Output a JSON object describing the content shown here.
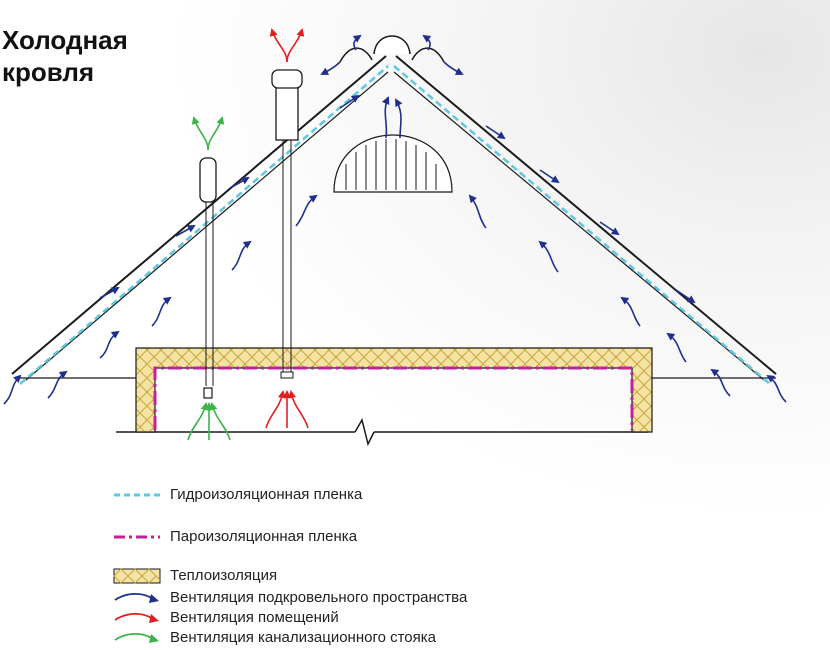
{
  "title": {
    "line1": "Холодная",
    "line2": "кровля"
  },
  "colors": {
    "roof_line": "#1a1a1a",
    "waterproof_membrane": "#5ec8e0",
    "vapor_barrier": "#c0229a",
    "insulation_fill": "#f4e3a4",
    "insulation_border": "#c9a63c",
    "underroof_ventilation": "#1f2f8f",
    "room_ventilation": "#e02020",
    "sewer_ventilation": "#3cb44a"
  },
  "legend": [
    {
      "key": "waterproof",
      "label": "Гидроизоляционная пленка",
      "color": "#5ec8e0",
      "symbol": "dashed-line-icon"
    },
    {
      "key": "vapor",
      "label": "Пароизоляционная пленка",
      "color": "#c0229a",
      "symbol": "dash-dot-line-icon"
    },
    {
      "key": "insulation",
      "label": "Теплоизоляция",
      "color": "#c9a63c",
      "symbol": "insulation-swatch-icon"
    },
    {
      "key": "underroof",
      "label": "Вентиляция подкровельного пространства",
      "color": "#1f2f8f",
      "symbol": "arrow-icon"
    },
    {
      "key": "rooms",
      "label": "Вентиляция помещений",
      "color": "#e02020",
      "symbol": "arrow-icon"
    },
    {
      "key": "sewer",
      "label": "Вентиляция канализационного стояка",
      "color": "#3cb44a",
      "symbol": "arrow-icon"
    }
  ]
}
